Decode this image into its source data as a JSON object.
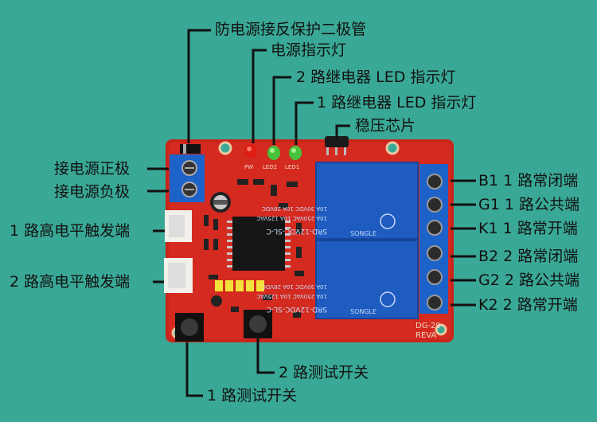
{
  "labels": {
    "diode": "防电源接反保护二极管",
    "power_led": "电源指示灯",
    "led2": "2 路继电器 LED 指示灯",
    "led1": "1 路继电器 LED 指示灯",
    "regulator": "稳压芯片",
    "pos": "接电源正极",
    "neg": "接电源负极",
    "trig1": "1 路高电平触发端",
    "trig2": "2 路高电平触发端",
    "b1": "B1 1 路常闭端",
    "g1": "G1 1 路公共端",
    "k1": "K1 1 路常开端",
    "b2": "B2 2 路常闭端",
    "g2": "G2 2 路公共端",
    "k2": "K2 2 路常开端",
    "sw2": "2 路测试开关",
    "sw1": "1 路测试开关"
  },
  "board": {
    "silk_pw": "PW",
    "silk_led2": "LED2",
    "silk_led1": "LED1",
    "model": "DG-29",
    "rev": "REVA",
    "relay_text_1": "SRD-12VDC-SL-C",
    "relay_text_2": "10A 250VAC  10A 125VAC",
    "relay_text_3": "10A 30VDC  10A 28VDC",
    "relay_brand": "SONGLE"
  },
  "colors": {
    "background": "#3aa896",
    "pcb": "#d42a1f",
    "relay": "#1e5cc0",
    "terminal": "#1d62c8"
  }
}
